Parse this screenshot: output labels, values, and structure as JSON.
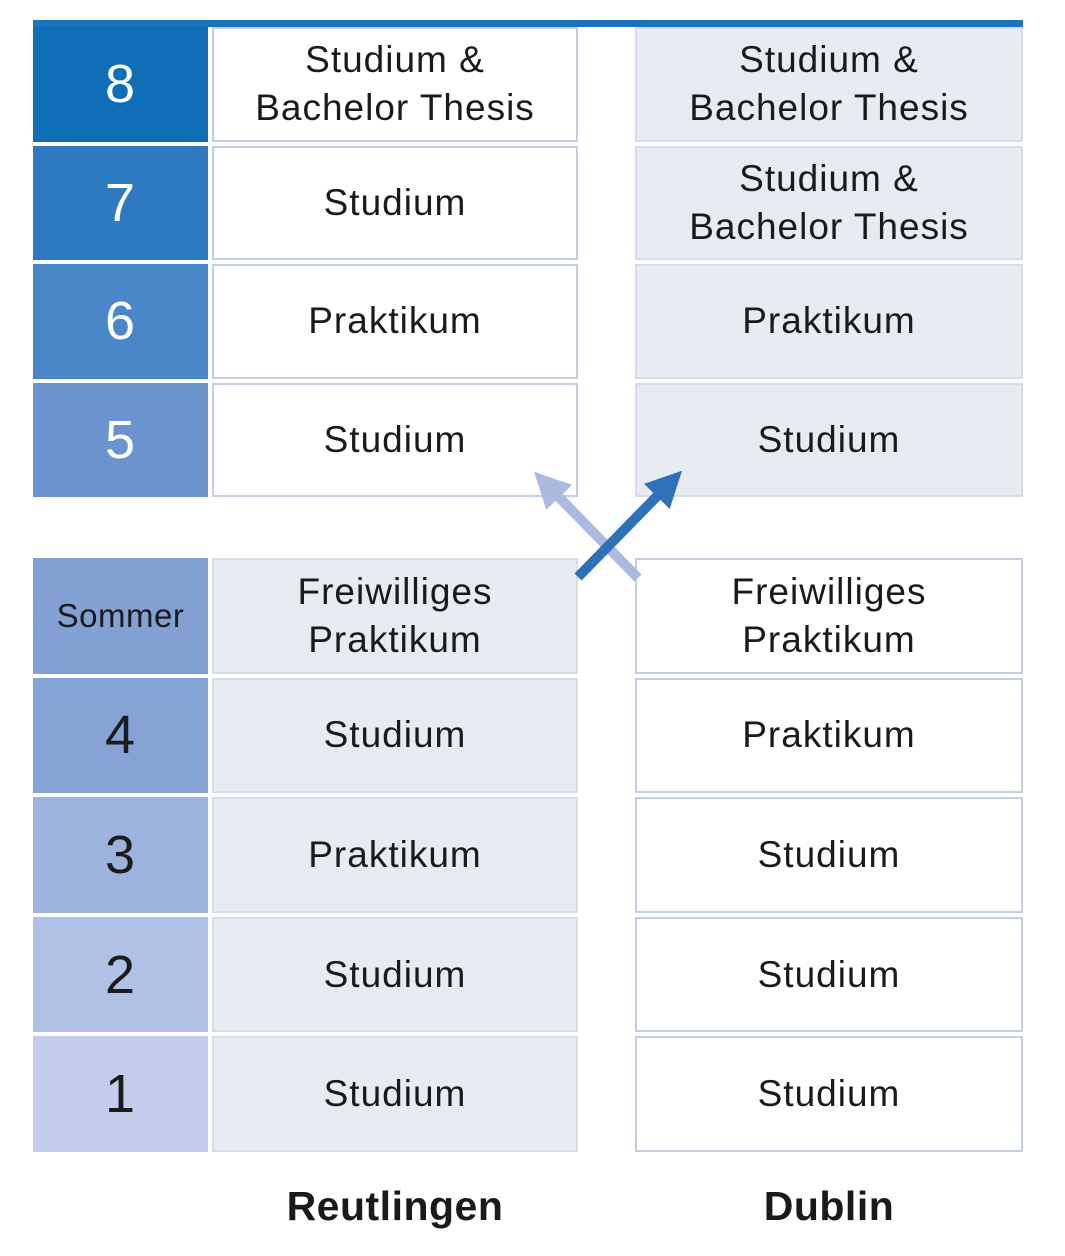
{
  "colors": {
    "accent_bar": "#1a74be",
    "arrow_dark": "#2d72b8",
    "arrow_light": "#abbade",
    "cell_filled_bg": "#e7ebf2"
  },
  "top_section": {
    "rows": [
      {
        "semester": "8",
        "semester_bg": "#0f6eb6",
        "reutlingen": "Studium &\nBachelor Thesis",
        "dublin": "Studium &\nBachelor Thesis"
      },
      {
        "semester": "7",
        "semester_bg": "#2d7ac1",
        "reutlingen": "Studium",
        "dublin": "Studium &\nBachelor Thesis"
      },
      {
        "semester": "6",
        "semester_bg": "#4a87c9",
        "reutlingen": "Praktikum",
        "dublin": "Praktikum"
      },
      {
        "semester": "5",
        "semester_bg": "#6b94cf",
        "reutlingen": "Studium",
        "dublin": "Studium"
      }
    ]
  },
  "bottom_section": {
    "rows": [
      {
        "semester": "Sommer",
        "semester_bg": "#82a0d3",
        "reutlingen": "Freiwilliges\nPraktikum",
        "dublin": "Freiwilliges\nPraktikum"
      },
      {
        "semester": "4",
        "semester_bg": "#86a3d5",
        "reutlingen": "Studium",
        "dublin": "Praktikum"
      },
      {
        "semester": "3",
        "semester_bg": "#9db2dd",
        "reutlingen": "Praktikum",
        "dublin": "Studium"
      },
      {
        "semester": "2",
        "semester_bg": "#afc1e4",
        "reutlingen": "Studium",
        "dublin": "Studium"
      },
      {
        "semester": "1",
        "semester_bg": "#c1cdea",
        "reutlingen": "Studium",
        "dublin": "Studium"
      }
    ]
  },
  "footer": {
    "left_label": "Reutlingen",
    "right_label": "Dublin"
  }
}
